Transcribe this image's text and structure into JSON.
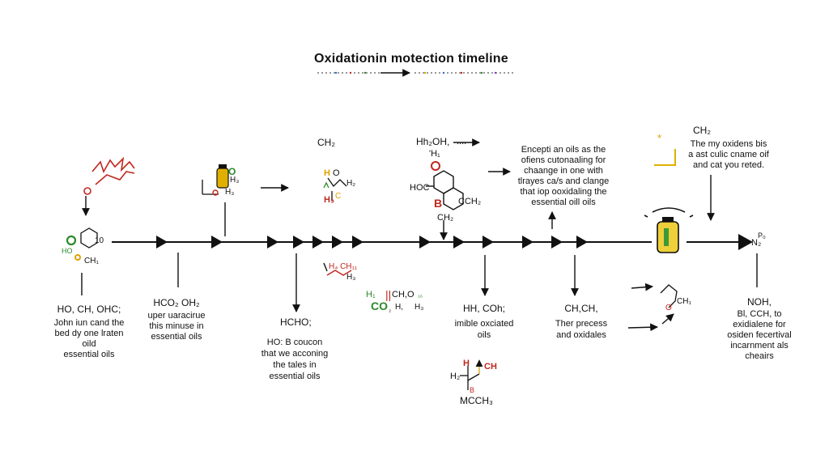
{
  "title": "Oxidationin motection timeline",
  "colors": {
    "line": "#111111",
    "red": "#c0271e",
    "green": "#2a8a2a",
    "amber": "#e0b000"
  },
  "icons": {
    "bottle": "oil-bottle-icon",
    "glow": "glow-lines-icon"
  },
  "labels": {
    "s1_formula": "HO, CH, OHC;",
    "s1_desc": [
      "John iun cand the",
      "bed dy one lraten",
      "oild",
      "essential oils"
    ],
    "s2_formula": "HCO₂ OH₂",
    "s2_desc": [
      "uper uaracirue",
      "this minuse in",
      "essential oils"
    ],
    "s3_top": "CH₂",
    "s3_mid": "HCHO;",
    "s3_desc": [
      "HO: B coucon",
      "that we acconing",
      "the tales in",
      "essential oils"
    ],
    "s4_top": "Hh₂OH,",
    "s4_top2": "'H₁",
    "s4_ring": "HOC",
    "s4_ring2": "CCH₂",
    "s4_ring3": "CH₂",
    "s5_formula": "HH, COh;",
    "s5_desc": [
      "imible oxciated",
      "oils"
    ],
    "s6_top": [
      "Encepti an oils as the",
      "ofiens cutonaaling for",
      "chaange in one with",
      "tlrayes ca/s and clange",
      "that iop ooxidaling the",
      "essential oill oils"
    ],
    "s6_formula": "CH,CH,",
    "s6_desc": [
      "Ther precess",
      "and oxidales"
    ],
    "s7_top": "CH₂",
    "s7_desc": [
      "The my oxidens bis",
      "a ast culic cname oif",
      "and cat you reted."
    ],
    "s8_formula": "NOH,",
    "s8_desc": [
      "Bl, CCH, to",
      "exidialene for",
      "osiden fecertival",
      "incarnment als",
      "cheairs"
    ],
    "mol_a": [
      "HO",
      "10",
      "CH₁"
    ],
    "mol_b": [
      "H₃",
      "H₃",
      "O"
    ],
    "mol_c": [
      "H",
      "H₂",
      "H₃",
      "C",
      "O"
    ],
    "mol_d": [
      "H₄ CH₁₁",
      "H₃"
    ],
    "mol_e": [
      "H₁",
      "CO",
      "CH,O",
      "H,",
      "H₃",
      "₁₆",
      "₂"
    ],
    "mol_f": [
      "H",
      "CH",
      "H₂",
      "B",
      "MCCH₃"
    ],
    "mol_g": [
      "CH₁",
      "O"
    ],
    "mol_h": [
      "P₀",
      "N₂"
    ],
    "arrow_note": "....",
    "arrow_note2": "B"
  }
}
